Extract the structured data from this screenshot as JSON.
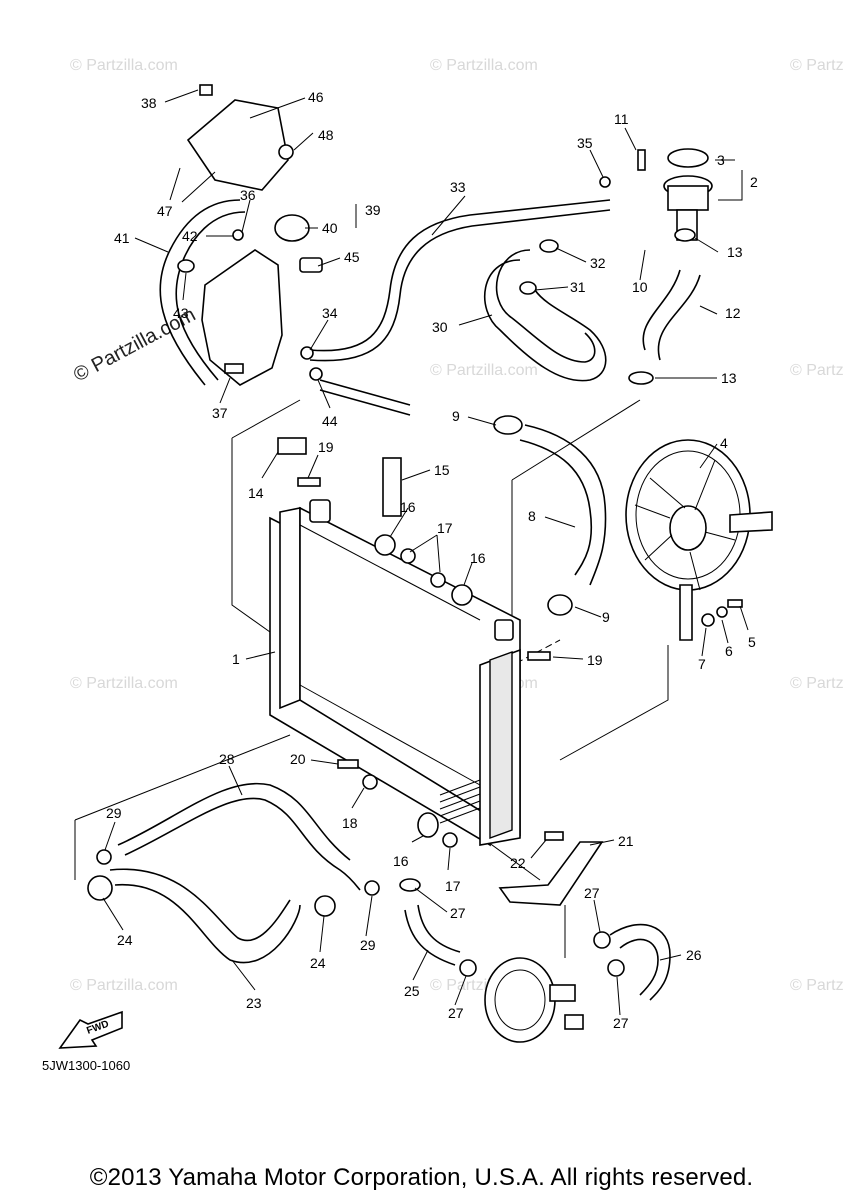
{
  "watermark": {
    "small": "© Partzilla.com",
    "large": "© Partzilla.com"
  },
  "diagram_code": "5JW1300-1060",
  "fwd_label": "FWD",
  "copyright": "©2013 Yamaha Motor Corporation, U.S.A. All rights reserved.",
  "callouts": [
    "1",
    "2",
    "3",
    "4",
    "5",
    "6",
    "7",
    "8",
    "9",
    "9",
    "10",
    "11",
    "12",
    "13",
    "13",
    "14",
    "15",
    "16",
    "16",
    "16",
    "17",
    "17",
    "18",
    "19",
    "19",
    "20",
    "21",
    "22",
    "23",
    "24",
    "24",
    "25",
    "26",
    "27",
    "27",
    "27",
    "27",
    "28",
    "29",
    "29",
    "30",
    "31",
    "32",
    "33",
    "34",
    "35",
    "36",
    "37",
    "38",
    "39",
    "40",
    "41",
    "42",
    "43",
    "44",
    "45",
    "46",
    "47",
    "48"
  ]
}
